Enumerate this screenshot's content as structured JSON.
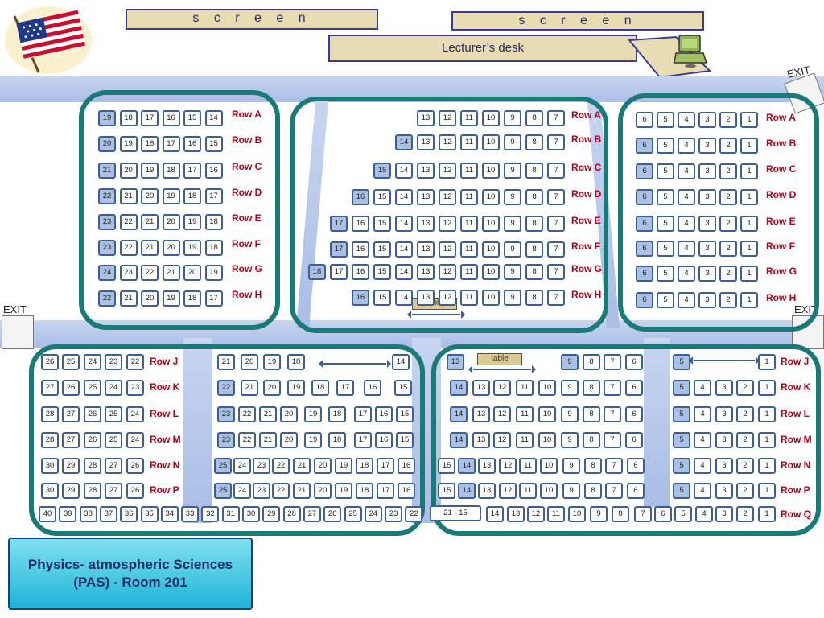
{
  "banners": {
    "screen_left": "s c r e e n",
    "screen_right": "s c r e e n",
    "lecturer_desk": "Lecturer’s desk"
  },
  "room_title": "Physics- atmospheric Sciences (PAS) - Room 201",
  "exits": [
    "EXIT",
    "EXIT",
    "EXIT"
  ],
  "table_labels": [
    "table",
    "table"
  ],
  "range_label": "21 - 15",
  "colors": {
    "section_border": "#1a7a77",
    "row_label": "#b3001b",
    "seat_border": "#3e5f92",
    "seat_highlight": "#aac0e4",
    "banner_fill": "#e8dcb2",
    "aisle": "#b8c9ec"
  },
  "sections": [
    {
      "id": "front-left",
      "rows": [
        {
          "label": "Row A",
          "seats": [
            "19",
            "18",
            "17",
            "16",
            "15",
            "14"
          ],
          "highlight": [
            "19"
          ]
        },
        {
          "label": "Row B",
          "seats": [
            "20",
            "19",
            "18",
            "17",
            "16",
            "15"
          ],
          "highlight": [
            "20"
          ]
        },
        {
          "label": "Row C",
          "seats": [
            "21",
            "20",
            "19",
            "18",
            "17",
            "16"
          ],
          "highlight": [
            "21"
          ]
        },
        {
          "label": "Row D",
          "seats": [
            "22",
            "21",
            "20",
            "19",
            "18",
            "17"
          ],
          "highlight": [
            "22"
          ]
        },
        {
          "label": "Row E",
          "seats": [
            "23",
            "22",
            "21",
            "20",
            "19",
            "18"
          ],
          "highlight": [
            "23"
          ]
        },
        {
          "label": "Row F",
          "seats": [
            "23",
            "22",
            "21",
            "20",
            "19",
            "18"
          ],
          "highlight": [
            "23"
          ]
        },
        {
          "label": "Row G",
          "seats": [
            "24",
            "23",
            "22",
            "21",
            "20",
            "19"
          ],
          "highlight": [
            "24"
          ]
        },
        {
          "label": "Row H",
          "seats": [
            "22",
            "21",
            "20",
            "19",
            "18",
            "17"
          ],
          "highlight": [
            "22"
          ]
        }
      ]
    },
    {
      "id": "front-center",
      "rows": [
        {
          "label": "Row A",
          "seats": [
            "13",
            "12",
            "11",
            "10",
            "9",
            "8",
            "7"
          ],
          "highlight": []
        },
        {
          "label": "Row B",
          "seats": [
            "14",
            "13",
            "12",
            "11",
            "10",
            "9",
            "8",
            "7"
          ],
          "highlight": [
            "14"
          ]
        },
        {
          "label": "Row C",
          "seats": [
            "15",
            "14",
            "13",
            "12",
            "11",
            "10",
            "9",
            "8",
            "7"
          ],
          "highlight": [
            "15"
          ]
        },
        {
          "label": "Row D",
          "seats": [
            "16",
            "15",
            "14",
            "13",
            "12",
            "11",
            "10",
            "9",
            "8",
            "7"
          ],
          "highlight": [
            "16"
          ]
        },
        {
          "label": "Row E",
          "seats": [
            "17",
            "16",
            "15",
            "14",
            "13",
            "12",
            "11",
            "10",
            "9",
            "8",
            "7"
          ],
          "highlight": [
            "17"
          ]
        },
        {
          "label": "Row F",
          "seats": [
            "17",
            "16",
            "15",
            "14",
            "13",
            "12",
            "11",
            "10",
            "9",
            "8",
            "7"
          ],
          "highlight": [
            "17"
          ]
        },
        {
          "label": "Row G",
          "seats": [
            "18",
            "17",
            "16",
            "15",
            "14",
            "13",
            "12",
            "11",
            "10",
            "9",
            "8",
            "7"
          ],
          "highlight": [
            "18"
          ]
        },
        {
          "label": "Row H",
          "seats": [
            "16",
            "15",
            "14",
            "13",
            "12",
            "11",
            "10",
            "9",
            "8",
            "7"
          ],
          "highlight": [
            "16"
          ]
        }
      ]
    },
    {
      "id": "front-right",
      "rows": [
        {
          "label": "Row A",
          "seats": [
            "6",
            "5",
            "4",
            "3",
            "2",
            "1"
          ],
          "highlight": []
        },
        {
          "label": "Row B",
          "seats": [
            "6",
            "5",
            "4",
            "3",
            "2",
            "1"
          ],
          "highlight": [
            "6"
          ]
        },
        {
          "label": "Row C",
          "seats": [
            "6",
            "5",
            "4",
            "3",
            "2",
            "1"
          ],
          "highlight": [
            "6"
          ]
        },
        {
          "label": "Row D",
          "seats": [
            "6",
            "5",
            "4",
            "3",
            "2",
            "1"
          ],
          "highlight": [
            "6"
          ]
        },
        {
          "label": "Row E",
          "seats": [
            "6",
            "5",
            "4",
            "3",
            "2",
            "1"
          ],
          "highlight": [
            "6"
          ]
        },
        {
          "label": "Row F",
          "seats": [
            "6",
            "5",
            "4",
            "3",
            "2",
            "1"
          ],
          "highlight": [
            "6"
          ]
        },
        {
          "label": "Row G",
          "seats": [
            "6",
            "5",
            "4",
            "3",
            "2",
            "1"
          ],
          "highlight": [
            "6"
          ]
        },
        {
          "label": "Row H",
          "seats": [
            "6",
            "5",
            "4",
            "3",
            "2",
            "1"
          ],
          "highlight": [
            "6"
          ]
        }
      ]
    },
    {
      "id": "back-left",
      "rows": [
        {
          "label": "Row J",
          "seats": [
            "26",
            "25",
            "24",
            "23",
            "22",
            "21",
            "20",
            "19",
            "18",
            "14"
          ],
          "highlight": []
        },
        {
          "label": "Row K",
          "seats": [
            "27",
            "26",
            "25",
            "24",
            "23",
            "22",
            "21",
            "20",
            "19",
            "18",
            "17",
            "16",
            "15"
          ],
          "highlight": [
            "22"
          ]
        },
        {
          "label": "Row L",
          "seats": [
            "28",
            "27",
            "26",
            "25",
            "24",
            "23",
            "22",
            "21",
            "20",
            "19",
            "18",
            "17",
            "16",
            "15"
          ],
          "highlight": [
            "23"
          ]
        },
        {
          "label": "Row M",
          "seats": [
            "28",
            "27",
            "26",
            "25",
            "24",
            "23",
            "22",
            "21",
            "20",
            "19",
            "18",
            "17",
            "16",
            "15"
          ],
          "highlight": [
            "23"
          ]
        },
        {
          "label": "Row N",
          "seats": [
            "30",
            "29",
            "28",
            "27",
            "26",
            "25",
            "24",
            "23",
            "22",
            "21",
            "20",
            "19",
            "18",
            "17",
            "16"
          ],
          "highlight": [
            "25"
          ]
        },
        {
          "label": "Row P",
          "seats": [
            "30",
            "29",
            "28",
            "27",
            "26",
            "25",
            "24",
            "23",
            "22",
            "21",
            "20",
            "19",
            "18",
            "17",
            "16"
          ],
          "highlight": [
            "25"
          ]
        }
      ]
    },
    {
      "id": "back-right",
      "rows": [
        {
          "label": "Row J",
          "seats": [
            "13",
            "9",
            "8",
            "7",
            "6",
            "5",
            "1"
          ],
          "highlight": [
            "13",
            "9",
            "5"
          ]
        },
        {
          "label": "Row K",
          "seats": [
            "14",
            "13",
            "12",
            "11",
            "10",
            "9",
            "8",
            "7",
            "6",
            "5",
            "4",
            "3",
            "2",
            "1"
          ],
          "highlight": [
            "14",
            "5"
          ]
        },
        {
          "label": "Row L",
          "seats": [
            "14",
            "13",
            "12",
            "11",
            "10",
            "9",
            "8",
            "7",
            "6",
            "5",
            "4",
            "3",
            "2",
            "1"
          ],
          "highlight": [
            "14",
            "5"
          ]
        },
        {
          "label": "Row M",
          "seats": [
            "14",
            "13",
            "12",
            "11",
            "10",
            "9",
            "8",
            "7",
            "6",
            "5",
            "4",
            "3",
            "2",
            "1"
          ],
          "highlight": [
            "14",
            "5"
          ]
        },
        {
          "label": "Row N",
          "seats": [
            "15",
            "14",
            "13",
            "12",
            "11",
            "10",
            "9",
            "8",
            "7",
            "6",
            "5",
            "4",
            "3",
            "2",
            "1"
          ],
          "highlight": [
            "14",
            "5"
          ]
        },
        {
          "label": "Row P",
          "seats": [
            "15",
            "14",
            "13",
            "12",
            "11",
            "10",
            "9",
            "8",
            "7",
            "6",
            "5",
            "4",
            "3",
            "2",
            "1"
          ],
          "highlight": [
            "14",
            "5"
          ]
        }
      ]
    }
  ],
  "row_q": {
    "label": "Row Q",
    "seats_left": [
      "40",
      "39",
      "38",
      "37",
      "36",
      "35",
      "34",
      "33",
      "32",
      "31",
      "30",
      "29",
      "28",
      "27",
      "26",
      "25",
      "24",
      "23",
      "22"
    ],
    "seats_right": [
      "14",
      "13",
      "12",
      "11",
      "10",
      "9",
      "8",
      "7",
      "6",
      "5",
      "4",
      "3",
      "2",
      "1"
    ]
  }
}
